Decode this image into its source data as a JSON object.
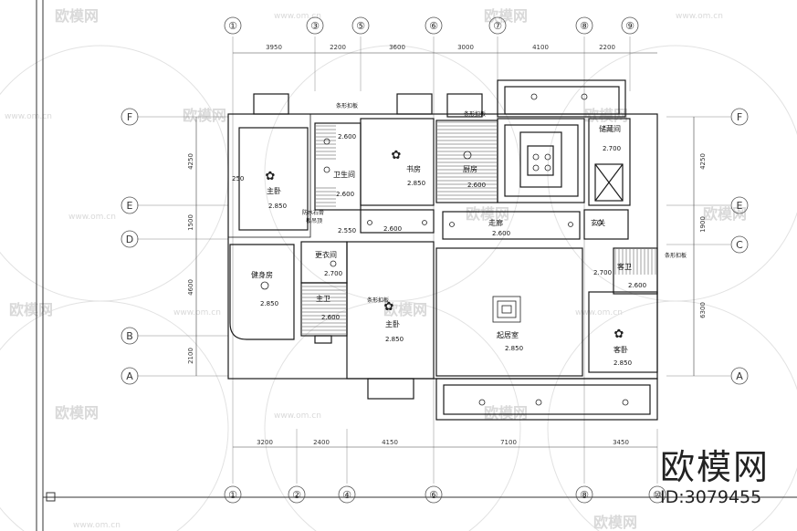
{
  "axes_top": [
    "①",
    "③",
    "⑤",
    "⑥",
    "⑦",
    "⑧",
    "⑨"
  ],
  "axes_bottom": [
    "①",
    "②",
    "④",
    "⑥",
    "⑧",
    "⑩"
  ],
  "axes_left": [
    "F",
    "E",
    "D",
    "B",
    "A"
  ],
  "axes_right": [
    "F",
    "E",
    "C",
    "A"
  ],
  "dims_top": [
    "3950",
    "2200",
    "3600",
    "3000",
    "4100",
    "2200"
  ],
  "dims_bottom": [
    "3200",
    "2400",
    "4150",
    "7100",
    "3450"
  ],
  "dims_left": [
    "4250",
    "1500",
    "4600",
    "2100"
  ],
  "dims_right": [
    "4250",
    "1900",
    "6300"
  ],
  "rooms": {
    "master_bed_top": "主卧",
    "bath_top": "卫生间",
    "study": "书房",
    "kitchen": "厨房",
    "storage": "储藏间",
    "corridor": "走廊",
    "foyer": "玄关",
    "cloak": "更衣间",
    "gym": "健身房",
    "master_bath": "主卫",
    "master_bed_bottom": "主卧",
    "living": "起居室",
    "guest_bath": "客卫",
    "guest_bed": "客卧"
  },
  "notes": {
    "gusset1": "条形扣板",
    "gusset2": "条形扣板",
    "gusset3": "条形扣板",
    "gusset4": "条形扣板",
    "gypsum_1": "防水石膏",
    "gypsum_2": "板吊顶"
  },
  "heights": {
    "h2850": "2.850",
    "h2600": "2.600",
    "h2700": "2.700",
    "h2550": "2.550",
    "h250": "250"
  },
  "watermark": {
    "brand": "欧模网",
    "site": "www.om.cn",
    "id": "ID:3079455"
  },
  "colors": {
    "line": "#1a1a1a",
    "grid": "#555555",
    "watermark": "#d6d6d6"
  }
}
